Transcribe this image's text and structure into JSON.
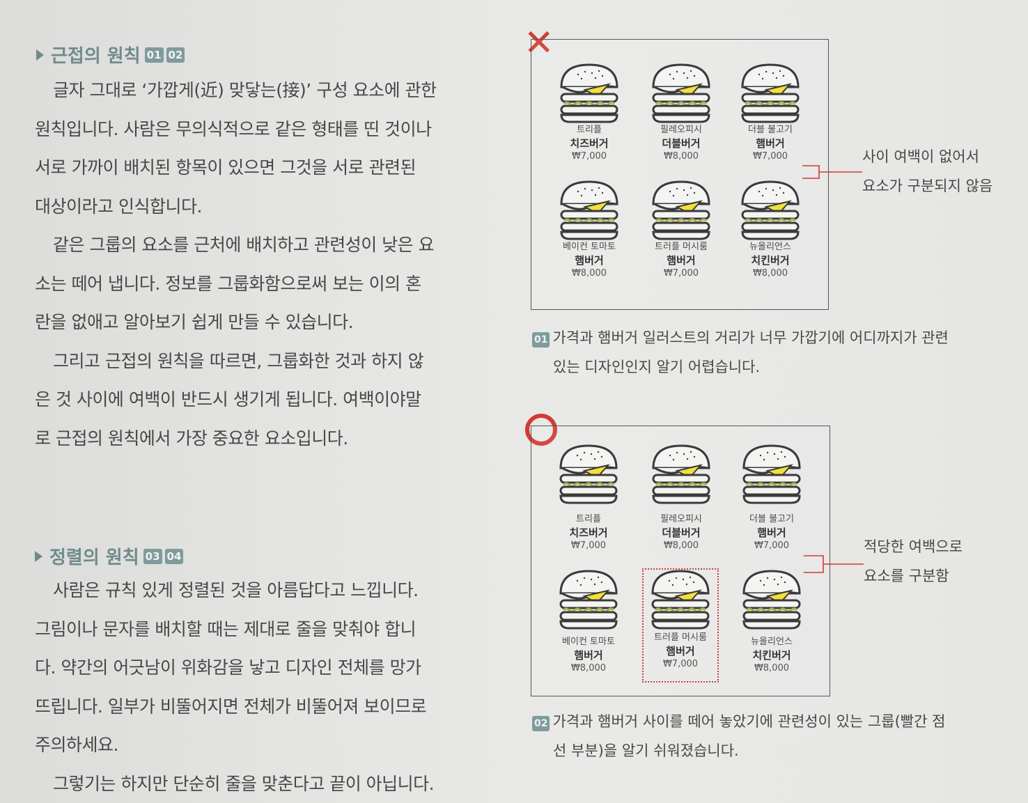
{
  "sections": {
    "proximity": {
      "title": "근접의 원칙",
      "badges": [
        "01",
        "02"
      ],
      "paragraphs": [
        [
          "글자 그대로 ‘가깝게(近) 맞닿는(接)’ 구성 요소에 관한",
          "원칙입니다. 사람은 무의식적으로 같은 형태를 띤 것이나",
          "서로 가까이 배치된 항목이 있으면 그것을 서로 관련된",
          "대상이라고 인식합니다."
        ],
        [
          "같은 그룹의 요소를 근처에 배치하고 관련성이 낮은 요",
          "소는 떼어 냅니다. 정보를 그룹화함으로써 보는 이의 혼",
          "란을 없애고 알아보기 쉽게 만들 수 있습니다."
        ],
        [
          "그리고 근접의 원칙을 따르면, 그룹화한 것과 하지 않",
          "은 것 사이에 여백이 반드시 생기게 됩니다. 여백이야말",
          "로 근접의 원칙에서 가장 중요한 요소입니다."
        ]
      ]
    },
    "alignment": {
      "title": "정렬의 원칙",
      "badges": [
        "03",
        "04"
      ],
      "paragraphs": [
        [
          "사람은 규칙 있게 정렬된 것을 아름답다고 느낍니다.",
          "그림이나 문자를 배치할 때는 제대로 줄을 맞춰야 합니",
          "다. 약간의 어긋남이 위화감을 낳고 디자인 전체를 망가",
          "뜨립니다. 일부가 비뚤어지면 전체가 비뚤어져 보이므로",
          "주의하세요."
        ],
        [
          "그렇기는 하지만 단순히 줄을 맞춘다고 끝이 아닙니다."
        ]
      ]
    }
  },
  "menu": [
    {
      "sub": "트리플",
      "name": "치즈버거",
      "price": "₩7,000"
    },
    {
      "sub": "필레오피시",
      "name": "더블버거",
      "price": "₩8,000"
    },
    {
      "sub": "더블 불고기",
      "name": "햄버거",
      "price": "₩7,000"
    },
    {
      "sub": "베이컨 토마토",
      "name": "햄버거",
      "price": "₩8,000"
    },
    {
      "sub": "트러플 머시룸",
      "name": "햄버거",
      "price": "₩7,000"
    },
    {
      "sub": "뉴올리언스",
      "name": "치킨버거",
      "price": "₩8,000"
    }
  ],
  "bad_example": {
    "mark": "✕",
    "note": [
      "사이 여백이 없어서",
      "요소가 구분되지 않음"
    ],
    "caption_badge": "01",
    "caption": [
      "가격과 햄버거 일러스트의 거리가 너무 가깝기에 어디까지가 관련",
      "있는 디자인인지 알기 어렵습니다."
    ]
  },
  "good_example": {
    "mark": "○",
    "note": [
      "적당한 여백으로",
      "요소를 구분함"
    ],
    "caption_badge": "02",
    "caption": [
      "가격과 햄버거 사이를 떼어 놓았기에 관련성이 있는 그룹(빨간 점",
      "선 부분)을 알기 쉬워졌습니다."
    ]
  },
  "colors": {
    "accent": "#6f8b8c",
    "red": "#d23a32",
    "cheese": "#f2e03a",
    "lettuce": "#a8b04a"
  }
}
